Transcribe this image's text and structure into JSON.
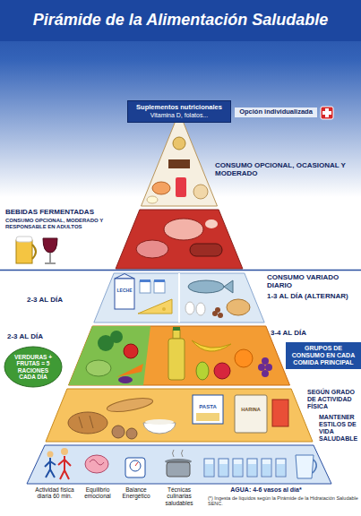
{
  "diagram": {
    "title": "Pirámide de la Alimentación Saludable",
    "nodes": [
      {
        "text": [
          "Suplementos nutricionales",
          "Vitamina D, folatos..."
        ]
      },
      {
        "text": [
          "VERDURAS + FRUTAS = 5 RACIONES CADA DÍA"
        ]
      },
      {
        "text": [
          "GRUPOS DE CONSUMO EN CADA COMIDA PRINCIPAL"
        ]
      }
    ],
    "labels": [
      "Opción individualizada",
      "CONSUMO OPCIONAL, OCASIONAL Y MODERADO",
      "BEBIDAS FERMENTADAS",
      "CONSUMO OPCIONAL, MODERADO Y RESPONSABLE EN ADULTOS",
      "CONSUMO VARIADO DIARIO",
      "2-3 AL DÍA",
      "LECHE",
      "1-3 AL DÍA (ALTERNAR)",
      "2-3 AL DÍA",
      "3-4 AL DÍA",
      "SEGÚN GRADO DE ACTIVIDAD FÍSICA",
      "PASTA",
      "HARINA",
      "MANTENER ESTILOS DE VIDA SALUDABLE",
      "Actividad física diaria 60 min.",
      "Equilibrio emocional",
      "Balance Energético",
      "Técnicas culinarias saludables",
      "AGUA: 4-6 vasos al día*",
      "(*) Ingesta de líquidos según la Pirámide de la Hidratación Saludable SENC."
    ]
  }
}
